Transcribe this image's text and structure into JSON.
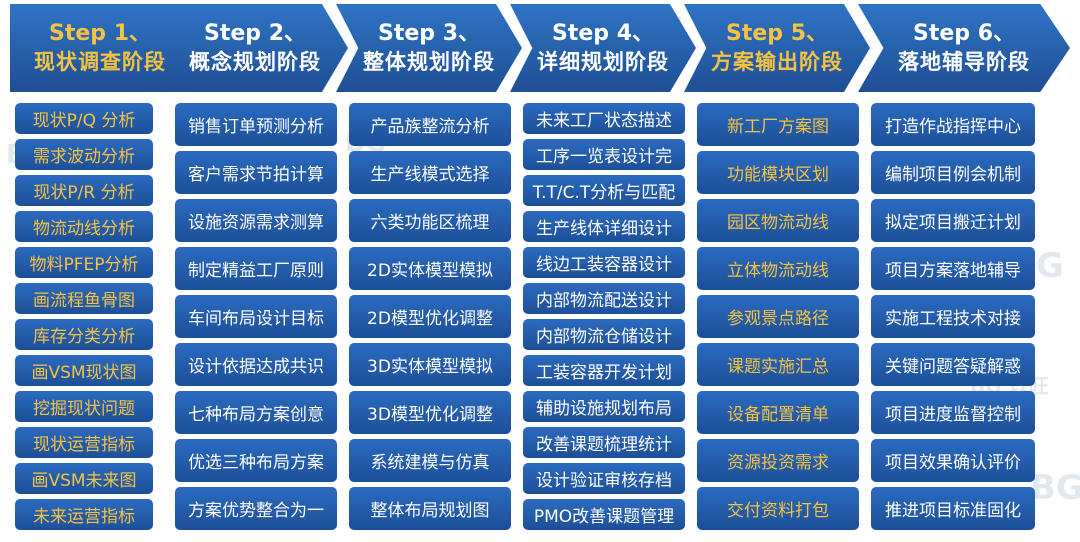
{
  "watermarks": [
    "GB 咨询",
    "BG",
    "BG",
    "BG",
    "BG",
    "BG 以旺"
  ],
  "steps": [
    {
      "step": "Step 1、",
      "name": "现状调查阶段",
      "items": [
        "现状P/Q 分析",
        "需求波动分析",
        "现状P/R 分析",
        "物流动线分析",
        "物料PFEP分析",
        "画流程鱼骨图",
        "库存分类分析",
        "画VSM现状图",
        "挖掘现状问题",
        "现状运营指标",
        "画VSM未来图",
        "未来运营指标"
      ]
    },
    {
      "step": "Step 2、",
      "name": "概念规划阶段",
      "items": [
        "销售订单预测分析",
        "客户需求节拍计算",
        "设施资源需求测算",
        "制定精益工厂原则",
        "车间布局设计目标",
        "设计依据达成共识",
        "七种布局方案创意",
        "优选三种布局方案",
        "方案优势整合为一"
      ]
    },
    {
      "step": "Step 3、",
      "name": "整体规划阶段",
      "items": [
        "产品族整流分析",
        "生产线模式选择",
        "六类功能区梳理",
        "2D实体模型模拟",
        "2D模型优化调整",
        "3D实体模型模拟",
        "3D模型优化调整",
        "系统建模与仿真",
        "整体布局规划图"
      ]
    },
    {
      "step": "Step 4、",
      "name": "详细规划阶段",
      "items": [
        "未来工厂状态描述",
        "工序一览表设计完",
        "T.T/C.T分析与匹配",
        "生产线体详细设计",
        "线边工装容器设计",
        "内部物流配送设计",
        "内部物流仓储设计",
        "工装容器开发计划",
        "辅助设施规划布局",
        "改善课题梳理统计",
        "设计验证审核存档",
        "PMO改善课题管理"
      ]
    },
    {
      "step": "Step 5、",
      "name": "方案输出阶段",
      "items": [
        "新工厂方案图",
        "功能模块区划",
        "园区物流动线",
        "立体物流动线",
        "参观景点路径",
        "课题实施汇总",
        "设备配置清单",
        "资源投资需求",
        "交付资料打包"
      ]
    },
    {
      "step": "Step 6、",
      "name": "落地辅导阶段",
      "items": [
        "打造作战指挥中心",
        "编制项目例会机制",
        "拟定项目搬迁计划",
        "项目方案落地辅导",
        "实施工程技术对接",
        "关键问题答疑解惑",
        "项目进度监督控制",
        "项目效果确认评价",
        "推进项目标准固化"
      ]
    }
  ]
}
